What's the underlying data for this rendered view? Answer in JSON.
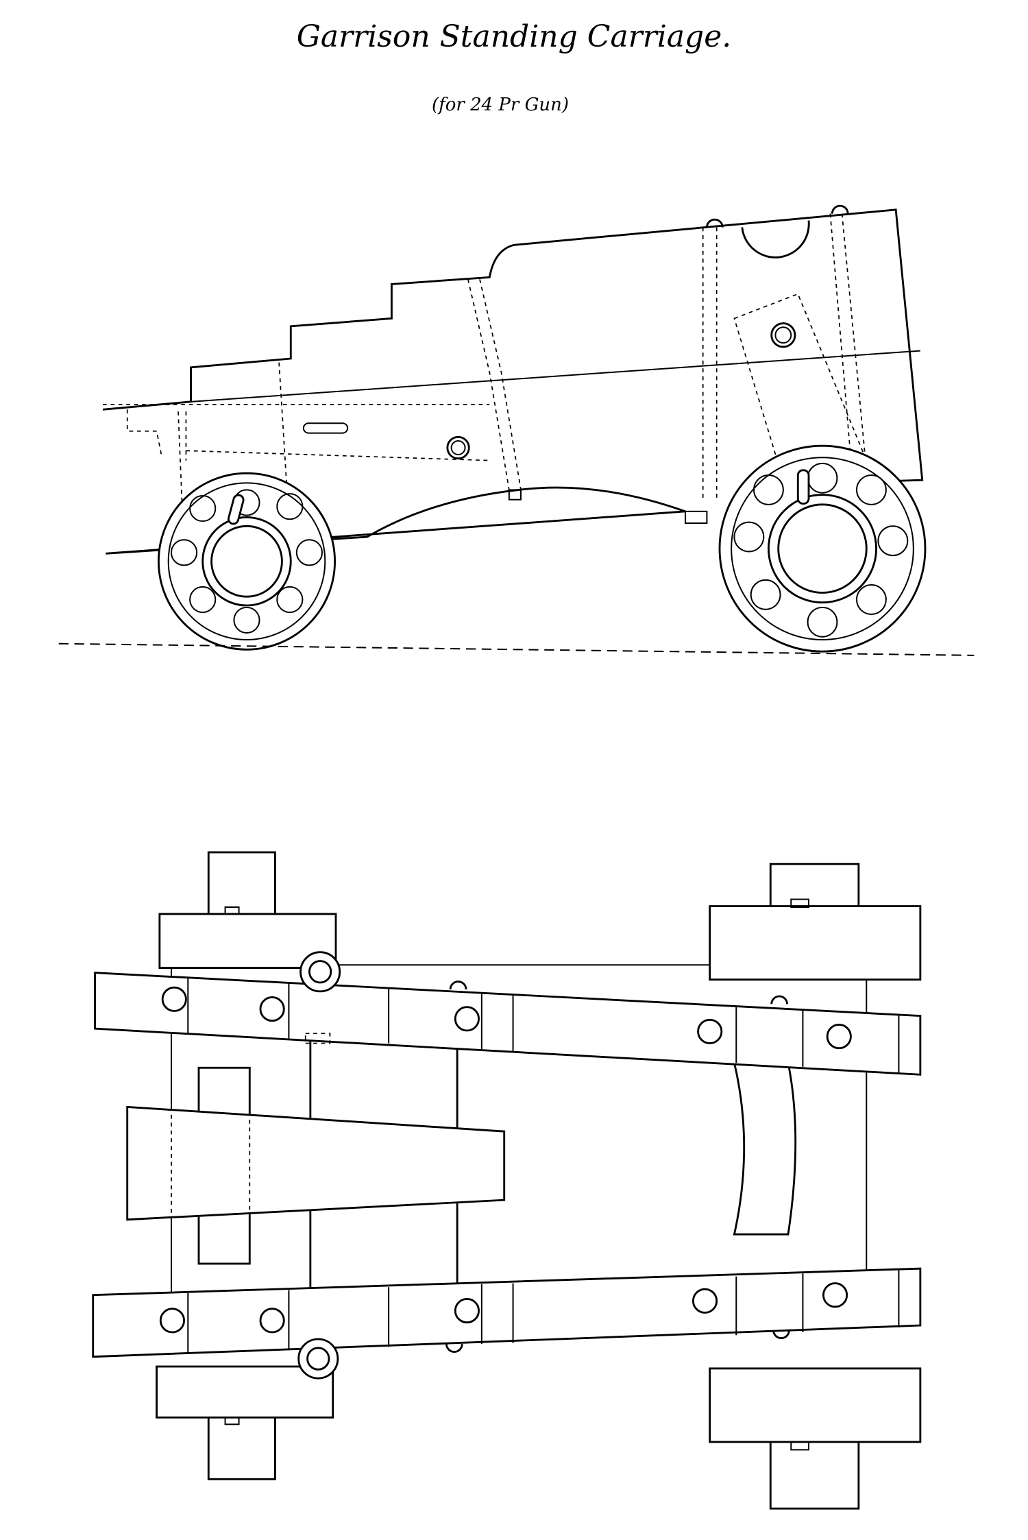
{
  "title": "Garrison Standing Carriage.",
  "subtitle": "(for 24 Pr Gun)",
  "views": [
    "side-elevation",
    "plan"
  ]
}
